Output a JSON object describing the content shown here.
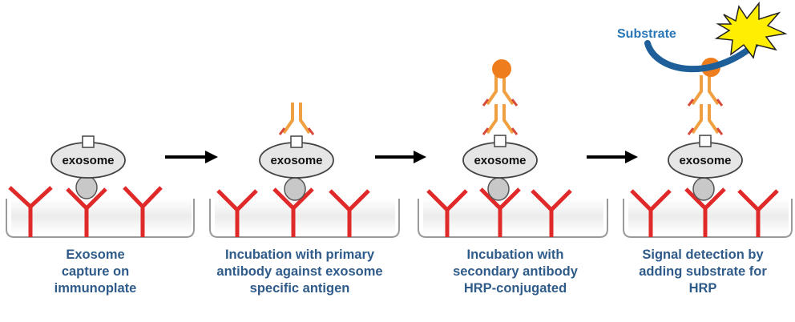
{
  "exosome_label": "exosome",
  "substrate_label": "Substrate",
  "steps": [
    {
      "lines": [
        "Exosome",
        "capture on",
        "immunoplate"
      ]
    },
    {
      "lines": [
        "Incubation with primary",
        "antibody against exosome",
        "specific antigen"
      ]
    },
    {
      "lines": [
        "Incubation with",
        "secondary  antibody",
        "HRP-conjugated"
      ]
    },
    {
      "lines": [
        "Signal detection by",
        "adding substrate for",
        "HRP"
      ]
    }
  ],
  "colors": {
    "capture_antibody": "#e02a2a",
    "primary_antibody": "#f0a040",
    "hrp_enzyme": "#ee7d1e",
    "exosome_fill": "#e6e6e6",
    "caption_text": "#2f5b8a",
    "substrate_text": "#2a77b8",
    "signal_star": "#ffee00"
  }
}
